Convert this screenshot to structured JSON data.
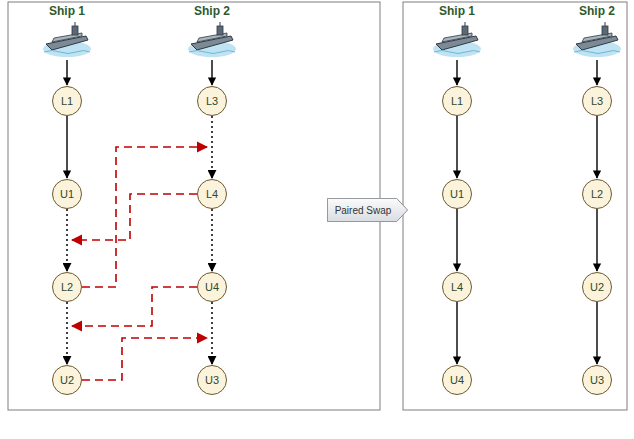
{
  "diagram": {
    "nodes": [
      {
        "text": [
          "Ship 1"
        ]
      },
      {
        "text": [
          "Ship 2"
        ]
      },
      {
        "text": [
          "L1"
        ]
      },
      {
        "text": [
          "L3"
        ]
      },
      {
        "text": [
          "U1"
        ]
      },
      {
        "text": [
          "L4"
        ]
      },
      {
        "text": [
          "L2"
        ]
      },
      {
        "text": [
          "U4"
        ]
      },
      {
        "text": [
          "U2"
        ]
      },
      {
        "text": [
          "U3"
        ]
      },
      {
        "text": [
          "Paired Swap"
        ]
      },
      {
        "text": [
          "Ship 1"
        ]
      },
      {
        "text": [
          "Ship 2"
        ]
      },
      {
        "text": [
          "L1"
        ]
      },
      {
        "text": [
          "L3"
        ]
      },
      {
        "text": [
          "U1"
        ]
      },
      {
        "text": [
          "L2"
        ]
      },
      {
        "text": [
          "L4"
        ]
      },
      {
        "text": [
          "U2"
        ]
      },
      {
        "text": [
          "U4"
        ]
      },
      {
        "text": [
          "U3"
        ]
      }
    ],
    "edges": [
      {
        "from": 0,
        "to": 2,
        "arrow": "to"
      },
      {
        "from": 2,
        "to": 4,
        "arrow": "to"
      },
      {
        "from": 4,
        "to": 6,
        "arrow": "to"
      },
      {
        "from": 6,
        "to": 8,
        "arrow": "to"
      },
      {
        "from": 1,
        "to": 3,
        "arrow": "to"
      },
      {
        "from": 3,
        "to": 5,
        "arrow": "to"
      },
      {
        "from": 5,
        "to": 7,
        "arrow": "to"
      },
      {
        "from": 7,
        "to": 9,
        "arrow": "to"
      },
      {
        "from": 11,
        "to": 13,
        "arrow": "to"
      },
      {
        "from": 13,
        "to": 15,
        "arrow": "to"
      },
      {
        "from": 15,
        "to": 17,
        "arrow": "to"
      },
      {
        "from": 17,
        "to": 19,
        "arrow": "to"
      },
      {
        "from": 12,
        "to": 14,
        "arrow": "to"
      },
      {
        "from": 14,
        "to": 16,
        "arrow": "to"
      },
      {
        "from": 16,
        "to": 18,
        "arrow": "to"
      },
      {
        "from": 18,
        "to": 20,
        "arrow": "to"
      }
    ]
  }
}
